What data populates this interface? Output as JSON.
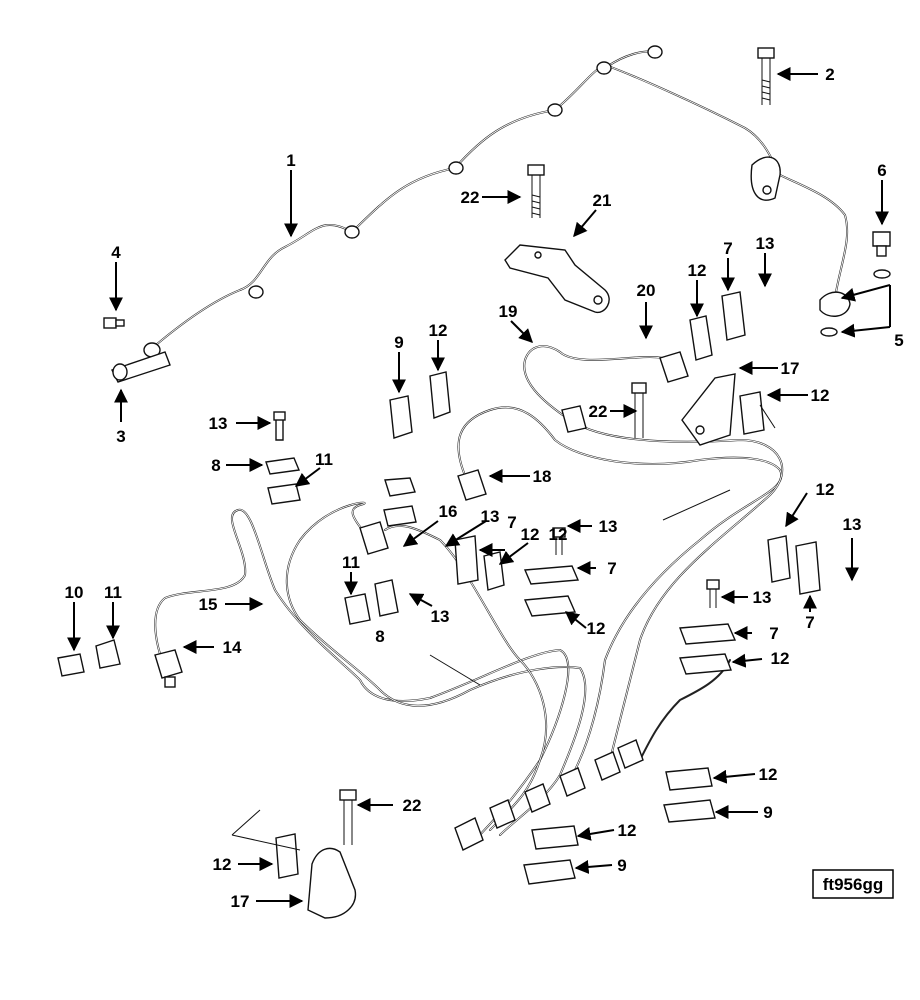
{
  "figure_id": "ft956gg",
  "callouts": [
    "1",
    "2",
    "3",
    "4",
    "5",
    "6",
    "7",
    "7",
    "7",
    "7",
    "7",
    "8",
    "8",
    "9",
    "9",
    "9",
    "10",
    "11",
    "11",
    "11",
    "12",
    "12",
    "12",
    "12",
    "12",
    "12",
    "12",
    "12",
    "12",
    "12",
    "12",
    "13",
    "13",
    "13",
    "13",
    "13",
    "13",
    "13",
    "14",
    "15",
    "16",
    "17",
    "17",
    "18",
    "19",
    "20",
    "21",
    "22",
    "22",
    "22"
  ]
}
